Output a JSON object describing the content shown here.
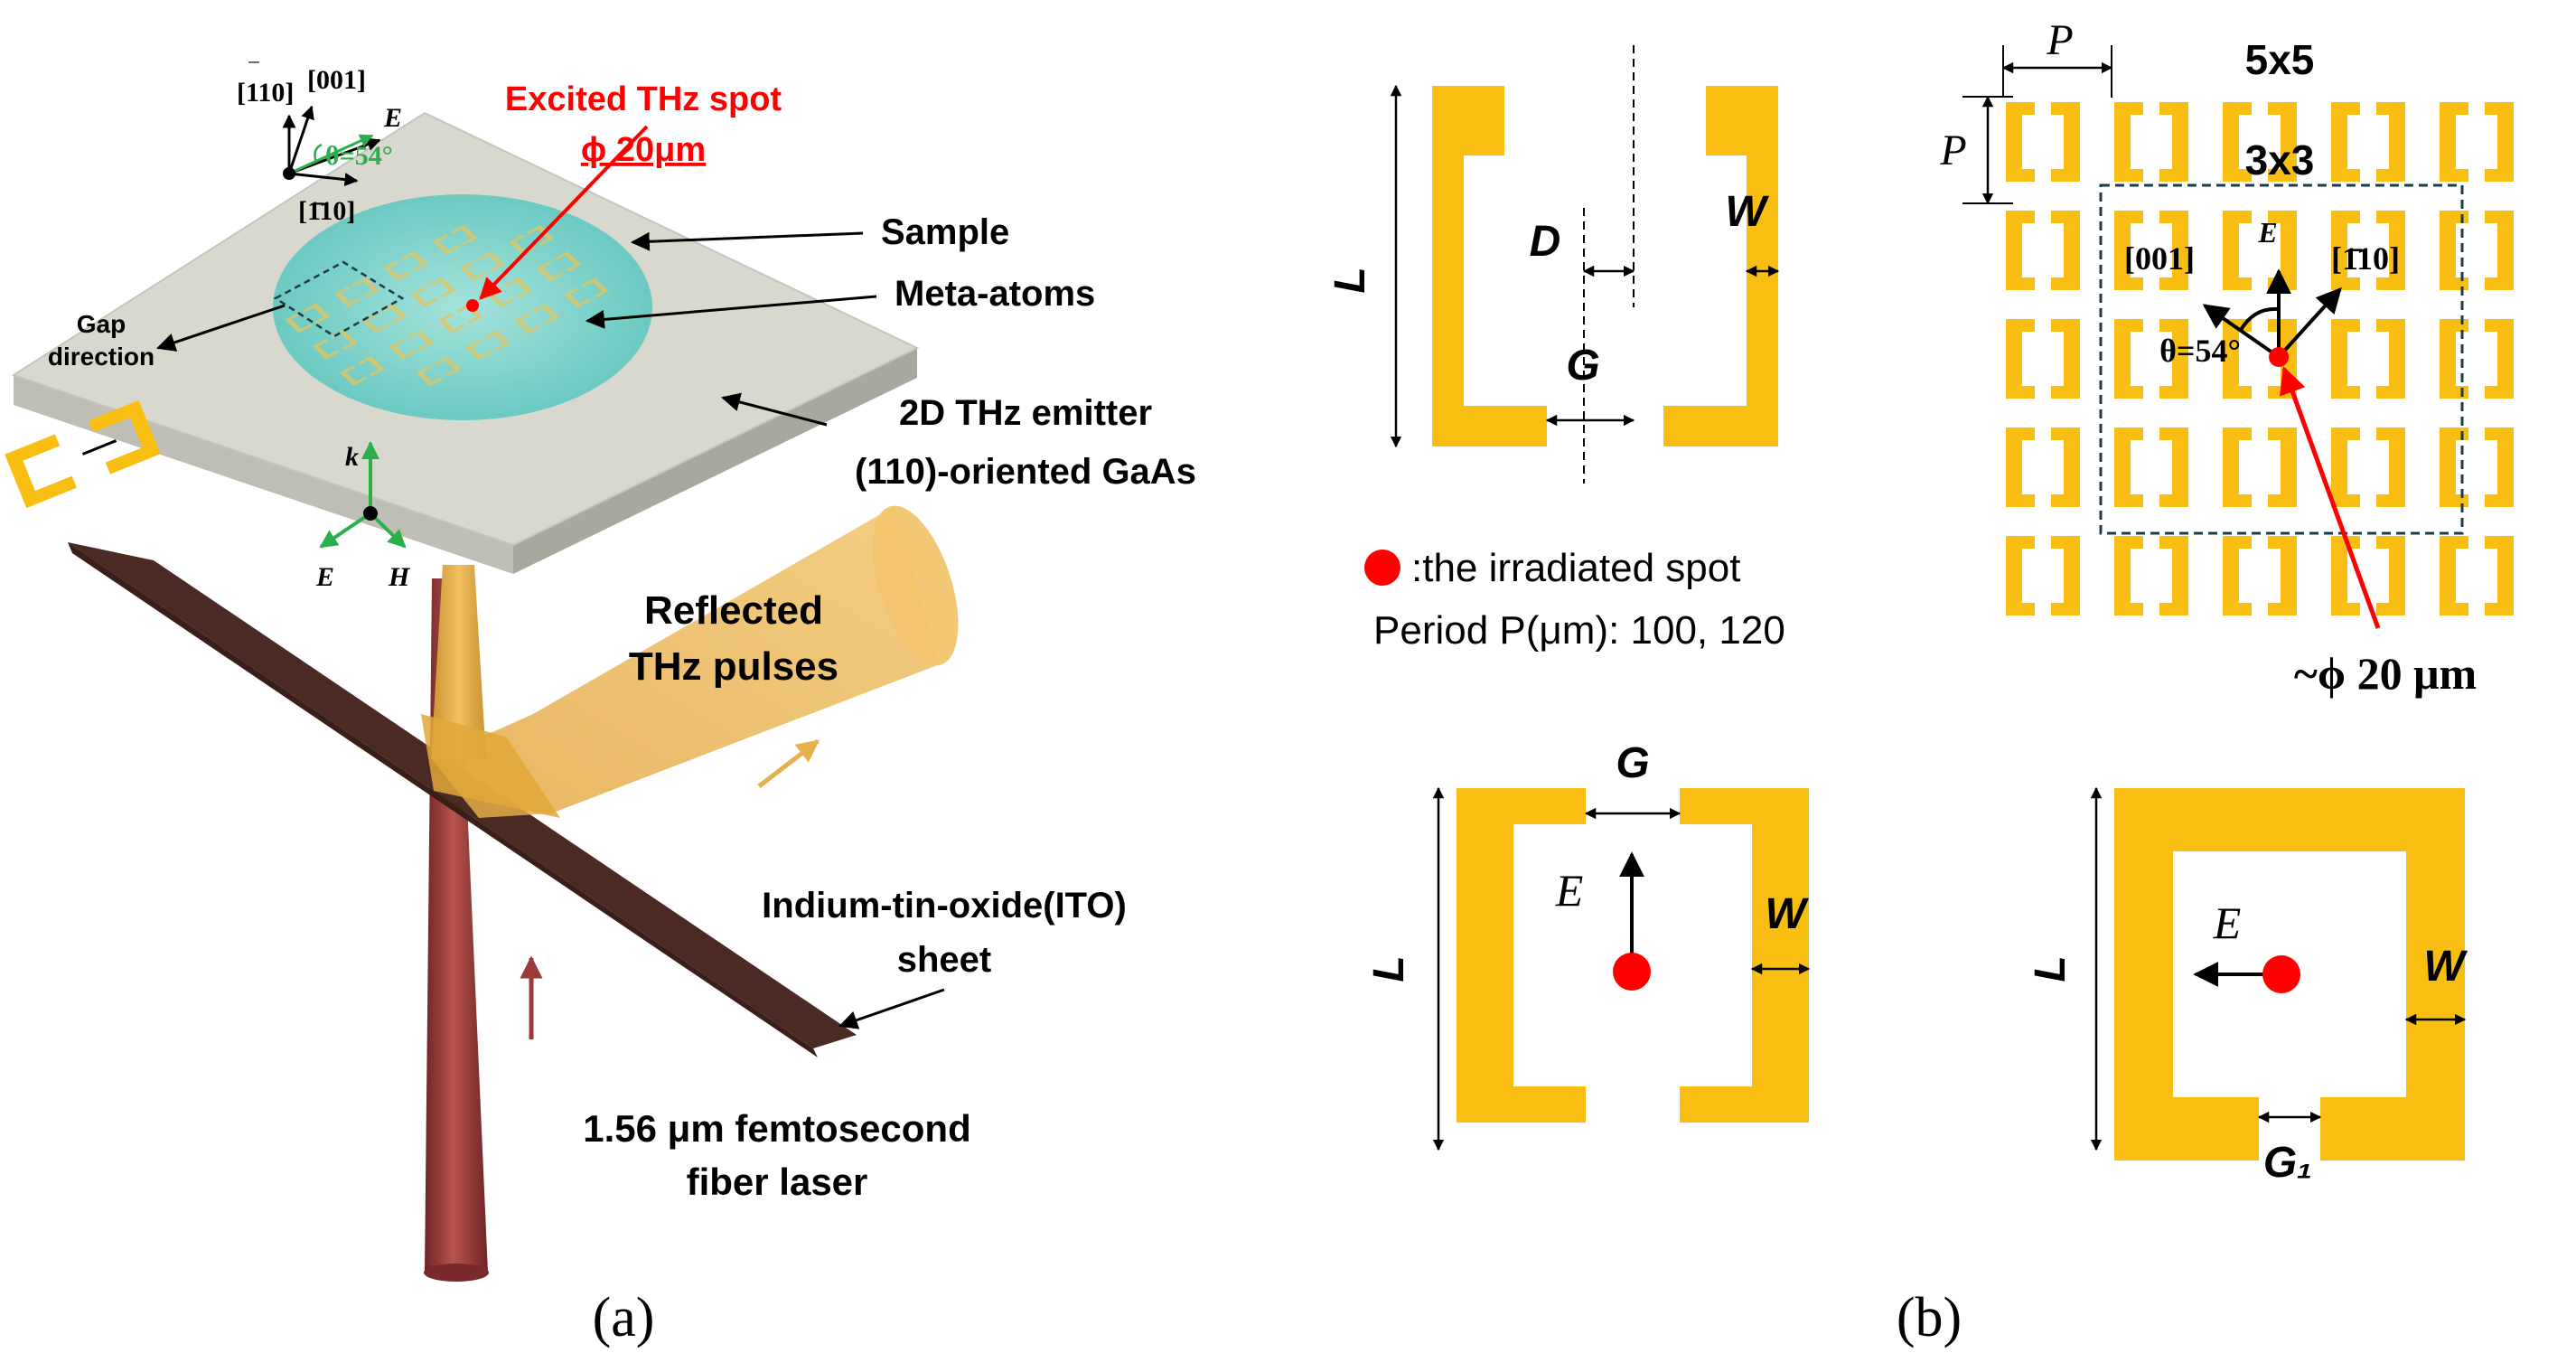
{
  "colors": {
    "gold": "#F9BE12",
    "laser": "#9B3A3A",
    "thz_beam": "#E7B04C",
    "ito_sheet": "#4A2A22",
    "sample_plate": "#D9D8CF",
    "spot_circle": "#5FC8C0",
    "red": "#FF0000",
    "green": "#2BAF4A"
  },
  "panel_a": {
    "caption": "(a)",
    "axes_top": {
      "x_label": "[110]",
      "x_bar": "‾",
      "y_label": "[001]",
      "z_label": "[1̄10]",
      "e_label": "E",
      "theta_label": "θ=54°"
    },
    "excited_spot": {
      "line1": "Excited THz spot",
      "line2": "ϕ 20μm"
    },
    "labels": {
      "sample": "Sample",
      "meta_atoms": "Meta-atoms",
      "gap_line1": "Gap",
      "gap_line2": "direction",
      "emitter_line1": "2D THz emitter",
      "emitter_line2": "(110)-oriented GaAs",
      "reflected_line1": "Reflected",
      "reflected_line2": "THz pulses",
      "ito_line1": "Indium-tin-oxide(ITO)",
      "ito_line2": "sheet",
      "laser_line1": "1.56 μm femtosecond",
      "laser_line2": "fiber laser"
    },
    "field_axes": {
      "k": "k",
      "e": "E",
      "h": "H"
    }
  },
  "panel_b": {
    "caption": "(b)",
    "top_left": {
      "L": "L",
      "D": "D",
      "W": "W",
      "G": "G"
    },
    "legend": {
      "spot_text": ":the irradiated spot",
      "period_text": "Period P(μm): 100, 120"
    },
    "array": {
      "P_top": "P",
      "P_side": "P",
      "big_label": "5x5",
      "small_label": "3x3",
      "dir1": "[001]",
      "dir2": "[1̄10]",
      "e_label": "E",
      "theta_label": "θ=54°",
      "spot_label": "~ϕ 20 μm"
    },
    "bottom_left": {
      "G": "G",
      "E": "E",
      "W": "W",
      "L": "L"
    },
    "bottom_right": {
      "E": "E",
      "W": "W",
      "L": "L",
      "G1": "G₁"
    }
  }
}
